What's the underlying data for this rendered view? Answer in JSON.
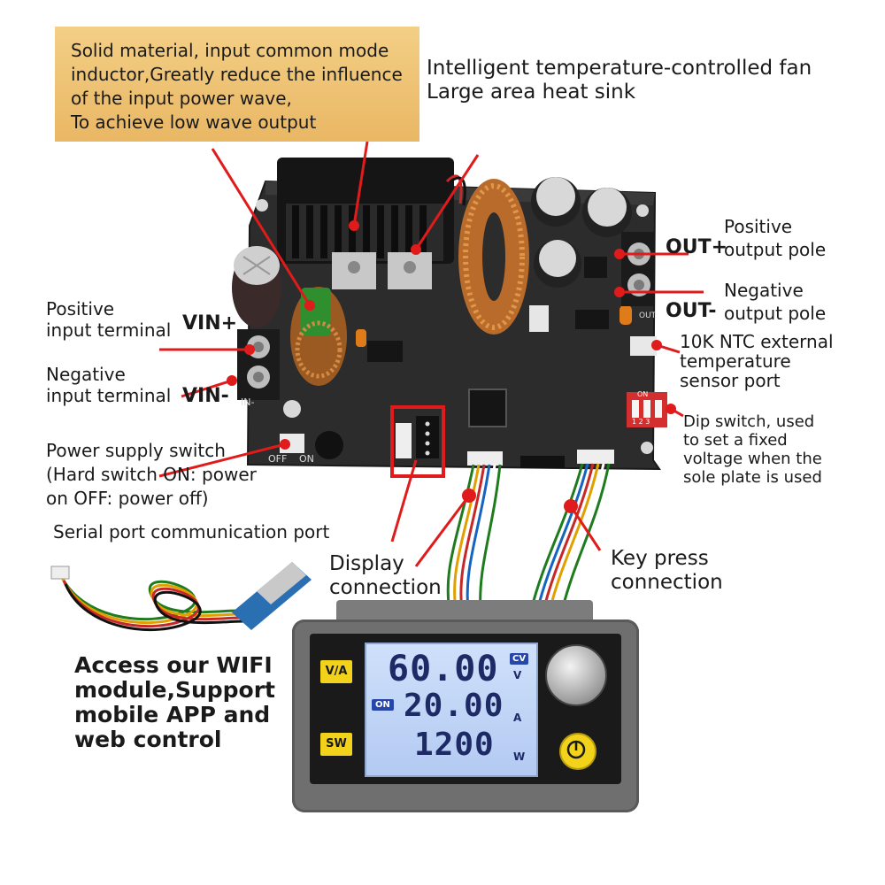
{
  "callout": {
    "lines": [
      "Solid material, input common mode",
      "inductor,Greatly reduce the influence",
      "of the input power wave,",
      "To achieve low wave output"
    ]
  },
  "labels": {
    "fan_line1": "Intelligent temperature-controlled fan",
    "fan_line2": "Large area heat sink",
    "positive_output_line1": "Positive",
    "positive_output_line2": "output pole",
    "out_plus": "OUT+",
    "negative_output_line1": "Negative",
    "negative_output_line2": "output pole",
    "out_minus": "OUT-",
    "ntc_line1": "10K NTC external",
    "ntc_line2": "temperature",
    "ntc_line3": "sensor port",
    "dip_line1": "Dip switch, used",
    "dip_line2": "to set a fixed",
    "dip_line3": "voltage when the",
    "dip_line4": "sole plate is used",
    "positive_input_line1": "Positive",
    "positive_input_line2": "input terminal",
    "vin_plus": "VIN+",
    "negative_input_line1": "Negative",
    "negative_input_line2": "input terminal",
    "vin_minus": "VIN-",
    "power_switch_line1": "Power supply switch",
    "power_switch_line2": "(Hard switch ON: power",
    "power_switch_line3": "on OFF: power off)",
    "serial_port": "Serial port communication port",
    "display_line1": "Display",
    "display_line2": "connection",
    "keypress_line1": "Key press",
    "keypress_line2": "connection",
    "wifi_line1": "Access our WIFI",
    "wifi_line2": "module,Support",
    "wifi_line3": "mobile APP and",
    "wifi_line4": "web control"
  },
  "board_silkscreen": {
    "in_minus": "IN-",
    "off": "OFF",
    "on": "ON",
    "out": "OUT",
    "dip_on": "ON",
    "dip_numbers": "1 2 3"
  },
  "display": {
    "va_button": "V/A",
    "sw_button": "SW",
    "on_badge": "ON",
    "cv_badge": "CV",
    "voltage": "60.00",
    "voltage_unit": "V",
    "current": "20.00",
    "current_unit": "A",
    "power": "1200",
    "power_unit": "W"
  },
  "colors": {
    "annotation_red": "#e01b1b",
    "callout_bg": "#efc477",
    "pcb": "#2b2b2b",
    "lcd_bg": "#bcd3f6",
    "lcd_digits": "#1d2a66",
    "button_yellow": "#f2d21b"
  }
}
